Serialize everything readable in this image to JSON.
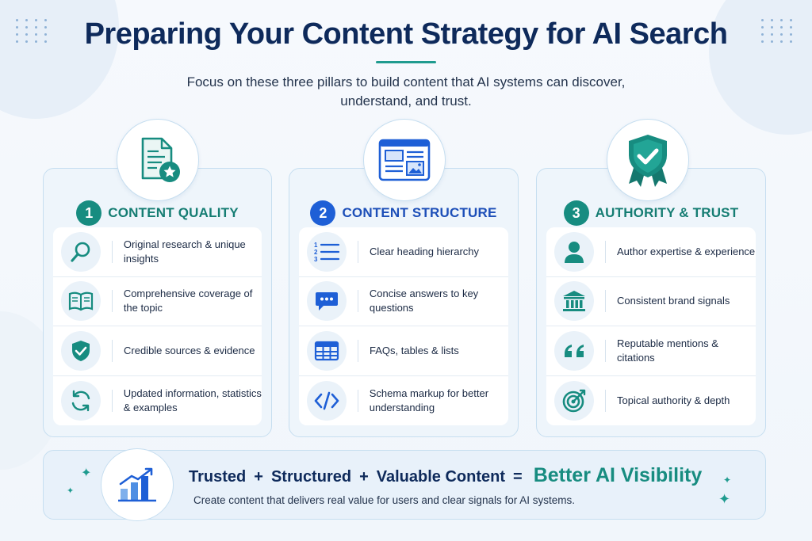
{
  "header": {
    "title": "Preparing Your Content Strategy for AI Search",
    "subtitle": "Focus on these three pillars to build content that AI systems can discover, understand, and trust."
  },
  "pillars": [
    {
      "number": "1",
      "heading": "CONTENT QUALITY",
      "icon": "document-star-icon",
      "accent": "#178c80",
      "items": [
        {
          "icon": "magnifier-icon",
          "text": "Original research & unique insights"
        },
        {
          "icon": "book-icon",
          "text": "Comprehensive coverage of the topic"
        },
        {
          "icon": "shield-check-icon",
          "text": "Credible sources & evidence"
        },
        {
          "icon": "refresh-icon",
          "text": "Updated information, statistics & examples"
        }
      ]
    },
    {
      "number": "2",
      "heading": "CONTENT STRUCTURE",
      "icon": "webpage-layout-icon",
      "accent": "#1e5fd6",
      "items": [
        {
          "icon": "numbered-list-icon",
          "text": "Clear heading hierarchy"
        },
        {
          "icon": "chat-bubble-icon",
          "text": "Concise answers to key questions"
        },
        {
          "icon": "table-icon",
          "text": "FAQs, tables & lists"
        },
        {
          "icon": "code-icon",
          "text": "Schema markup for better understanding"
        }
      ]
    },
    {
      "number": "3",
      "heading": "AUTHORITY & TRUST",
      "icon": "badge-check-icon",
      "accent": "#178c80",
      "items": [
        {
          "icon": "person-icon",
          "text": "Author expertise & experience"
        },
        {
          "icon": "institution-icon",
          "text": "Consistent brand signals"
        },
        {
          "icon": "quote-icon",
          "text": "Reputable mentions & citations"
        },
        {
          "icon": "target-icon",
          "text": "Topical authority & depth"
        }
      ]
    }
  ],
  "footer": {
    "term1": "Trusted",
    "plus1": "+",
    "term2": "Structured",
    "plus2": "+",
    "term3": "Valuable Content",
    "equals": "=",
    "result": "Better AI Visibility",
    "tagline": "Create content that delivers real value for users and clear signals for AI systems.",
    "icon": "growth-chart-icon"
  }
}
